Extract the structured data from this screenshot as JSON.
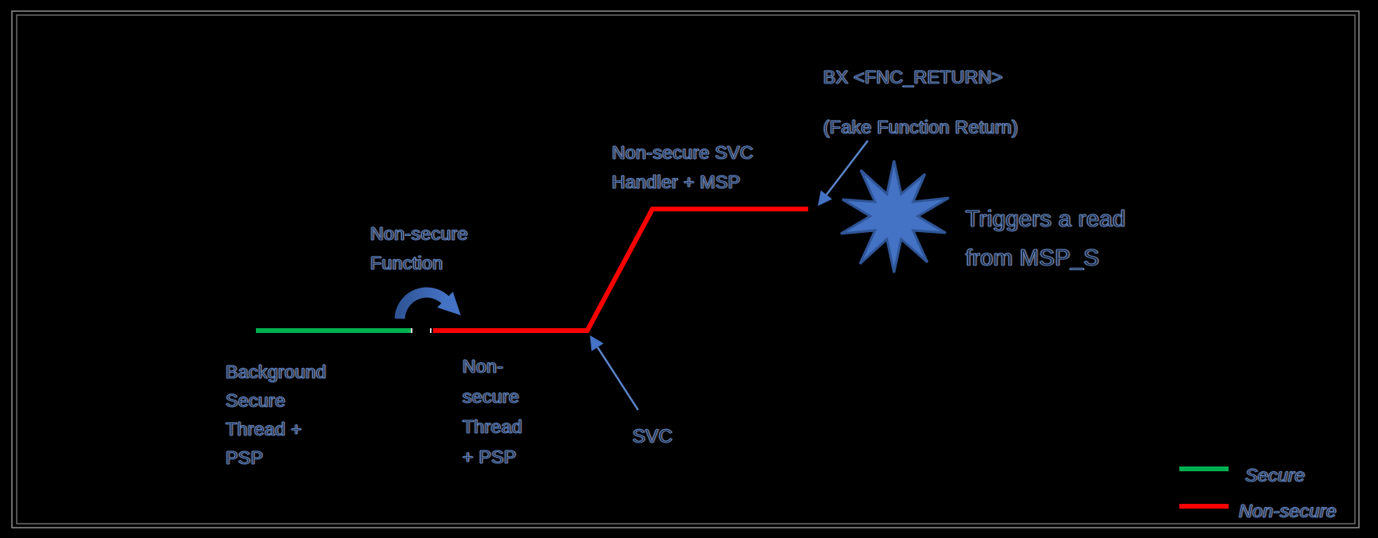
{
  "labels": {
    "bx_instruction": "BX <FNC_RETURN>",
    "fake_function_return": "(Fake Function Return)",
    "svc_handler": {
      "line1": "Non-secure SVC",
      "line2": "Handler + MSP"
    },
    "ns_function": {
      "line1": "Non-secure",
      "line2": "Function"
    },
    "bg_secure_thread": {
      "line1": "Background",
      "line2": "Secure",
      "line3": "Thread +",
      "line4": "PSP"
    },
    "ns_thread": {
      "line1": "Non-",
      "line2": "secure",
      "line3": "Thread",
      "line4": "+ PSP"
    },
    "svc": "SVC",
    "triggers": {
      "line1": "Triggers a read",
      "line2": "from MSP_S"
    }
  },
  "legend": {
    "items": [
      {
        "label": "Secure",
        "color": "#00B050"
      },
      {
        "label": "Non-secure",
        "color": "#FF0000"
      }
    ]
  },
  "colors": {
    "background": "#000000",
    "frame_border_outer": "#8F8F8F",
    "frame_border_inner": "#6E6E6E",
    "secure_line": "#00B050",
    "nonsecure_line": "#FF0000",
    "blue_shape": "#4472C4",
    "blue_shape_dark": "#2F5597",
    "thin_arrow": "#5B84C8",
    "line_end_cap": "#D9D9D9"
  }
}
